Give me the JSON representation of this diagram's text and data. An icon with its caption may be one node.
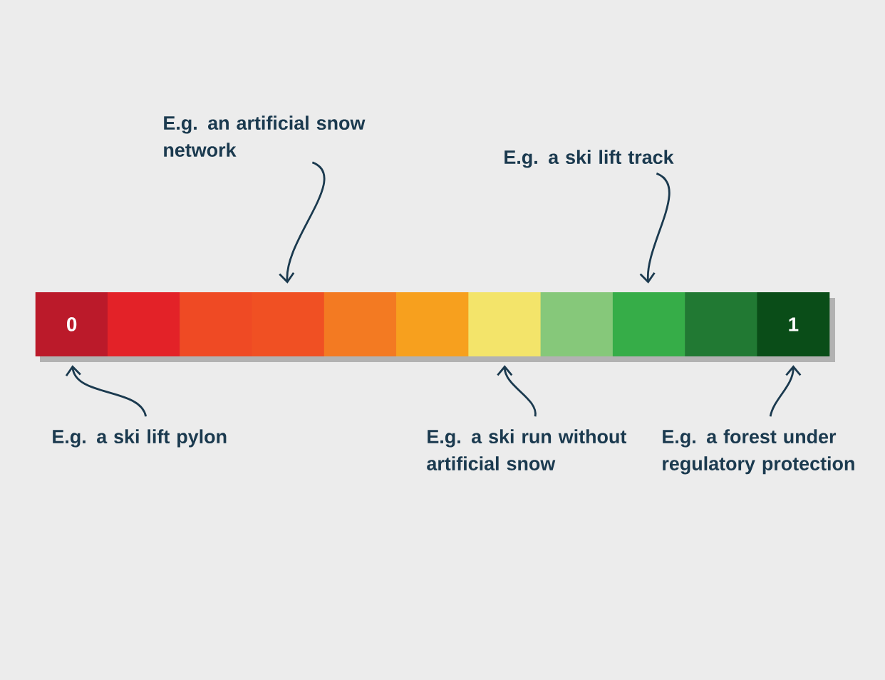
{
  "diagram": {
    "nodes": [
      {
        "text": [
          "E.g. an artificial snow network"
        ]
      },
      {
        "text": [
          "E.g. a ski lift track"
        ]
      },
      {
        "text": [
          "0"
        ]
      },
      {
        "text": [],
        "shape": "box"
      },
      {
        "text": [],
        "shape": "box"
      },
      {
        "text": [],
        "shape": "box"
      },
      {
        "text": [],
        "shape": "box"
      },
      {
        "text": [],
        "shape": "box"
      },
      {
        "text": [],
        "shape": "box"
      },
      {
        "text": [],
        "shape": "box"
      },
      {
        "text": [],
        "shape": "box"
      },
      {
        "text": [],
        "shape": "box"
      },
      {
        "text": [
          "1"
        ]
      },
      {
        "text": [
          "E.g. a ski lift pylon"
        ]
      },
      {
        "text": [
          "E.g. a ski run without artificial snow"
        ]
      },
      {
        "text": [
          "E.g. a forest under regulatory protection"
        ]
      }
    ],
    "edges": [
      {
        "from": 0,
        "to": 5,
        "arrow": "to"
      },
      {
        "from": 1,
        "to": 10,
        "arrow": "to"
      },
      {
        "from": 13,
        "to": 2,
        "arrow": "to"
      },
      {
        "from": 14,
        "to": 8,
        "arrow": "to"
      },
      {
        "from": 15,
        "to": 12,
        "arrow": "to"
      }
    ]
  }
}
